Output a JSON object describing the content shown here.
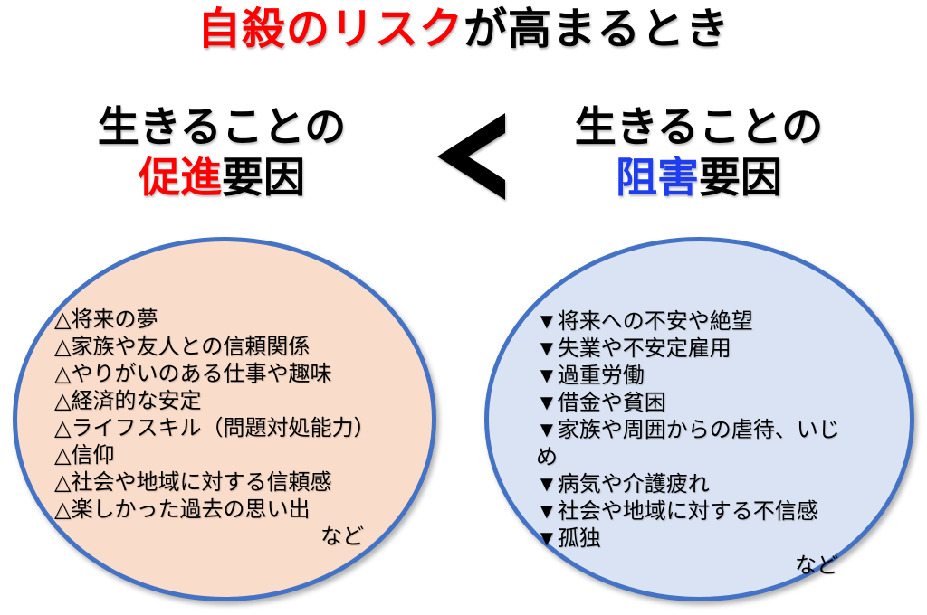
{
  "colors": {
    "red": "#ff0000",
    "blue": "#1e3cf0",
    "ellipse-border": "#4472c4",
    "left-fill": "#f9dcca",
    "right-fill": "#dae3f3"
  },
  "title": {
    "highlight": "自殺のリスク",
    "rest": "が高まるとき"
  },
  "comparator": "<",
  "left": {
    "heading_line1": "生きることの",
    "heading_highlight": "促進",
    "heading_suffix": "要因",
    "items": [
      "△将来の夢",
      "△家族や友人との信頼関係",
      "△やりがいのある仕事や趣味",
      "△経済的な安定",
      "△ライフスキル（問題対処能力）",
      "△信仰",
      "△社会や地域に対する信頼感",
      "△楽しかった過去の思い出"
    ],
    "footer": "など"
  },
  "right": {
    "heading_line1": "生きることの",
    "heading_highlight": "阻害",
    "heading_suffix": "要因",
    "items": [
      "▼将来への不安や絶望",
      "▼失業や不安定雇用",
      "▼過重労働",
      "▼借金や貧困",
      "▼家族や周囲からの虐待、いじめ",
      "▼病気や介護疲れ",
      "▼社会や地域に対する不信感",
      "▼孤独"
    ],
    "footer": "など"
  }
}
